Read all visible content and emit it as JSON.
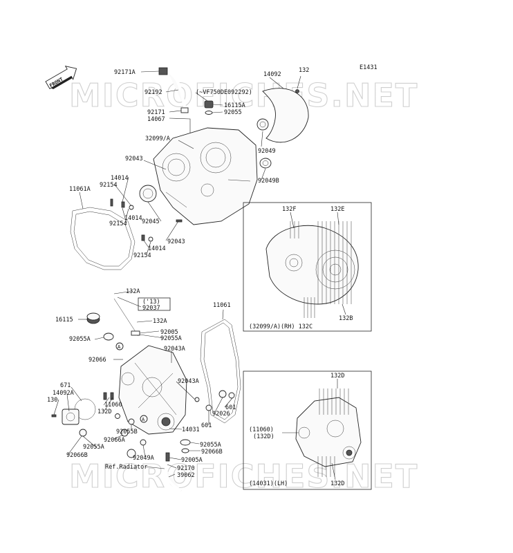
{
  "diagram": {
    "code": "E1431",
    "front_label": "FRONT",
    "watermark": "MICROFICHES.NET",
    "inset_top_caption": "(32099/A)(RH) 132C",
    "inset_bottom_caption": "(14031)(LH)"
  },
  "labels": [
    "92171A",
    "132",
    "14092",
    "92192",
    "(~VF750DE092292)",
    "16115A",
    "92055",
    "92171",
    "14067",
    "32099/A",
    "92049",
    "92043",
    "14014",
    "92154",
    "92049B",
    "11061A",
    "14014",
    "92154",
    "92045",
    "92043",
    "14014",
    "92154",
    "132F",
    "132E",
    "132B",
    "132A",
    "('13)",
    "92037",
    "11061",
    "16115",
    "132A",
    "92005",
    "92055A",
    "92055A",
    "A",
    "92043A",
    "92066",
    "92043A",
    "671",
    "14092A",
    "130",
    "11060",
    "132D",
    "601",
    "92026",
    "601",
    "A",
    "92055B",
    "14031",
    "92066A",
    "92055A",
    "92055A",
    "92066B",
    "92066B",
    "92049A",
    "92005A",
    "Ref.Radiator",
    "92170",
    "39062",
    "132D",
    "(11060)",
    "(132D)",
    "132D"
  ]
}
